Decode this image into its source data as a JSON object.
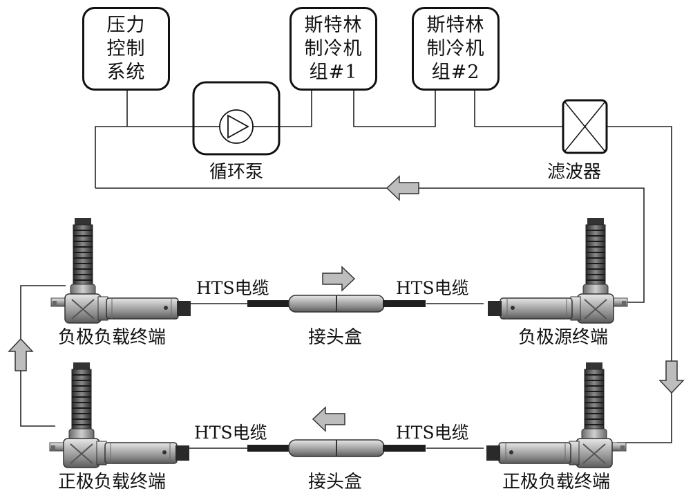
{
  "boxes": {
    "pressure_control": "压力\n控制\n系统",
    "cooler_1": "斯特林\n制冷机\n组#1",
    "cooler_2": "斯特林\n制冷机\n组#2"
  },
  "labels": {
    "pump": "循环泵",
    "filter": "滤波器",
    "neg_load_terminal": "负极负载终端",
    "neg_source_terminal": "负极源终端",
    "pos_load_terminal_left": "正极负载终端",
    "pos_load_terminal_right": "正极负载终端",
    "joint_box_top": "接头盒",
    "joint_box_bottom": "接头盒",
    "hts_cable_top_left": "HTS电缆",
    "hts_cable_top_right": "HTS电缆",
    "hts_cable_bottom_left": "HTS电缆",
    "hts_cable_bottom_right": "HTS电缆"
  },
  "colors": {
    "line": "#222222",
    "arrow_fill": "#bdbdbd",
    "device_metal": "#9a9a9a"
  }
}
